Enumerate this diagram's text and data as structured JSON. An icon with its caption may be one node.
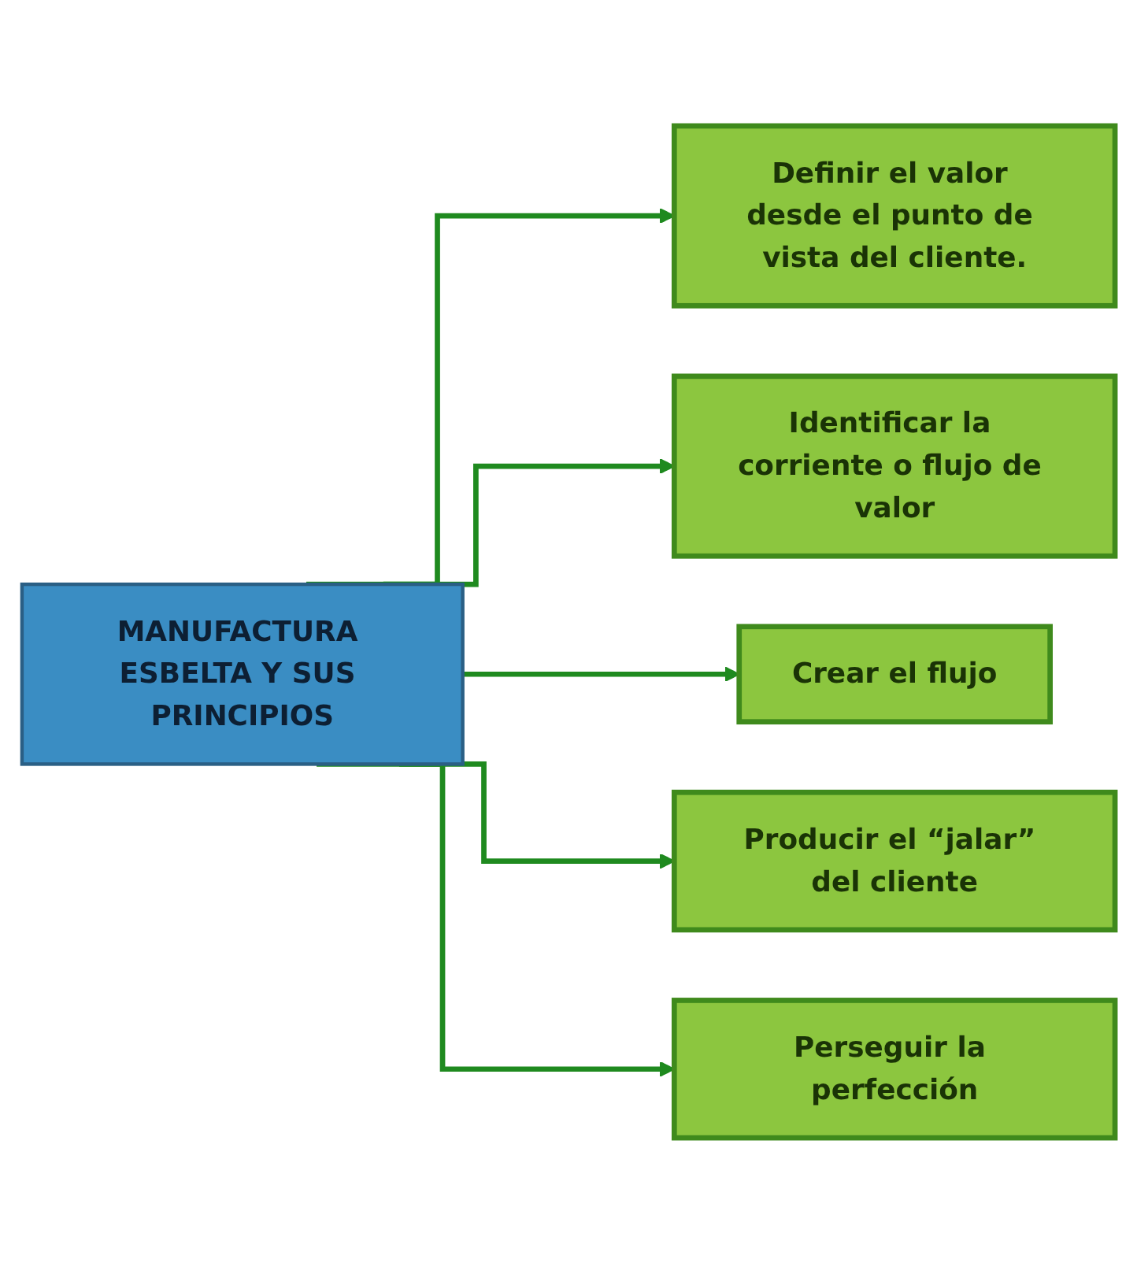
{
  "diagram": {
    "nodes": [
      {
        "text": [
          "MANUFACTURA ESBELTA Y SUS PRINCIPIOS"
        ]
      },
      {
        "text": [
          "Definir el valor desde el punto de vista del cliente."
        ]
      },
      {
        "text": [
          "Identificar la corriente o flujo de valor"
        ]
      },
      {
        "text": [
          "Crear el flujo"
        ]
      },
      {
        "text": [
          "Producir el “jalar” del cliente"
        ]
      },
      {
        "text": [
          "Perseguir la perfección"
        ]
      }
    ],
    "edges": [
      {
        "from": 0,
        "to": 1,
        "arrow": "to"
      },
      {
        "from": 0,
        "to": 2,
        "arrow": "to"
      },
      {
        "from": 0,
        "to": 3,
        "arrow": "to"
      },
      {
        "from": 0,
        "to": 4,
        "arrow": "to"
      },
      {
        "from": 0,
        "to": 5,
        "arrow": "to"
      }
    ]
  }
}
